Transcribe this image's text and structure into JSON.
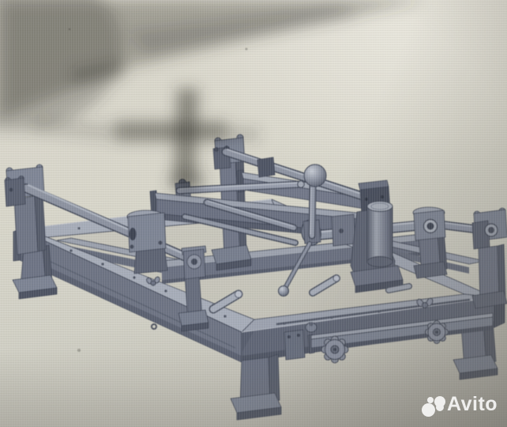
{
  "scene": {
    "description": "Photograph of a computer monitor displaying a grey 3D CAD model of a long rectangular steel machine frame: four legs with foot pads, bearing posts holding long diagonal shafts, a central carriage with a ball-handled lever, a vertical cylinder drum, star hand-knobs and wing nuts on the front rail. A soft window/object shadow falls across the upper-left of the screen.",
    "screen_bg_light": "#dcd9ce",
    "screen_bg": "#d6d4c8",
    "screen_bg_dark": "#b2b0a7",
    "model_top_face": "#a6acb8",
    "model_mid_face": "#7e8494",
    "model_side_face": "#6b7182",
    "model_dark_face": "#565c6c",
    "model_edge": "#3f4554",
    "cast_shadow": "#3c3c38"
  },
  "watermark": {
    "text": "Avito",
    "color": "#ffffff",
    "opacity": 0.85
  }
}
